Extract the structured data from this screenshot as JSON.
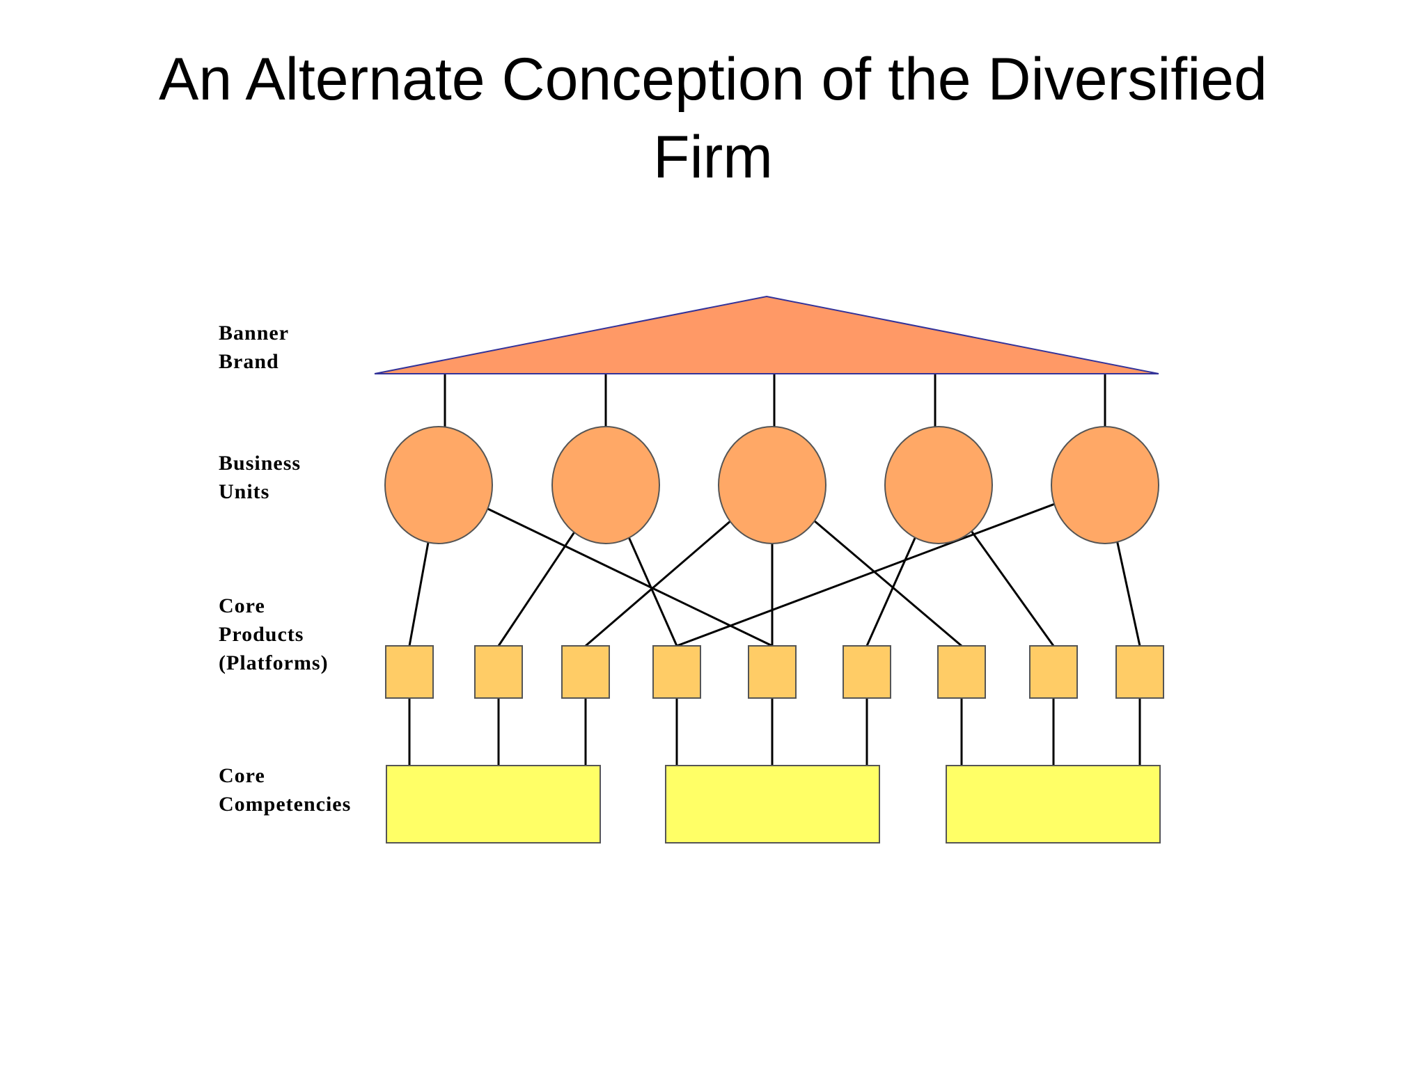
{
  "title": {
    "line1": "An Alternate Conception of the Diversified",
    "line2": "Firm"
  },
  "levels": {
    "banner_brand": [
      "Banner",
      "Brand"
    ],
    "business_units": [
      "Business",
      "Units"
    ],
    "core_products": [
      "Core",
      "Products",
      "(Platforms)"
    ],
    "core_competencies": [
      "Core",
      "Competencies"
    ]
  },
  "colors": {
    "banner_fill": "#FF9966",
    "banner_stroke": "#333399",
    "unit_fill": "#FFA866",
    "product_fill": "#FFCC66",
    "competency_fill": "#FFFF66",
    "shape_stroke": "#555555",
    "connector": "#000000"
  },
  "structure": {
    "business_unit_count": 5,
    "core_product_count": 9,
    "core_competency_count": 3,
    "unit_to_product_links": [
      [
        0,
        0
      ],
      [
        0,
        4
      ],
      [
        1,
        1
      ],
      [
        1,
        3
      ],
      [
        2,
        2
      ],
      [
        2,
        4
      ],
      [
        2,
        6
      ],
      [
        3,
        5
      ],
      [
        3,
        7
      ],
      [
        4,
        3
      ],
      [
        4,
        8
      ]
    ],
    "competency_to_products": [
      [
        0,
        1,
        2
      ],
      [
        3,
        4,
        5
      ],
      [
        6,
        7,
        8
      ]
    ]
  }
}
